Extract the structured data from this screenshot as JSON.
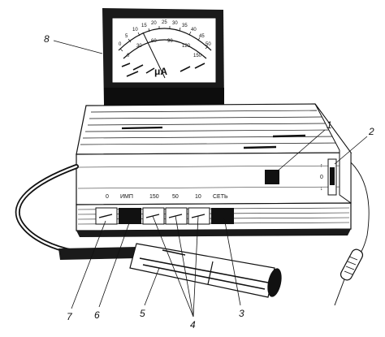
{
  "meter": {
    "unit": "μA",
    "outer_scale": [
      "0",
      "5",
      "10",
      "15",
      "20",
      "25",
      "30",
      "35",
      "40",
      "45",
      "50"
    ],
    "inner_scale": [
      "0",
      "30",
      "60",
      "90",
      "120",
      "150"
    ]
  },
  "panel": {
    "labels": [
      "0",
      "ИМП",
      "150",
      "50",
      "10",
      "СЕТЬ"
    ],
    "switch_marks": [
      "↑",
      "0",
      "↓"
    ]
  },
  "callouts": [
    {
      "id": "1",
      "text": "1"
    },
    {
      "id": "2",
      "text": "2"
    },
    {
      "id": "3",
      "text": "3"
    },
    {
      "id": "4",
      "text": "4"
    },
    {
      "id": "5",
      "text": "5"
    },
    {
      "id": "6",
      "text": "6"
    },
    {
      "id": "7",
      "text": "7"
    },
    {
      "id": "8",
      "text": "8"
    }
  ]
}
